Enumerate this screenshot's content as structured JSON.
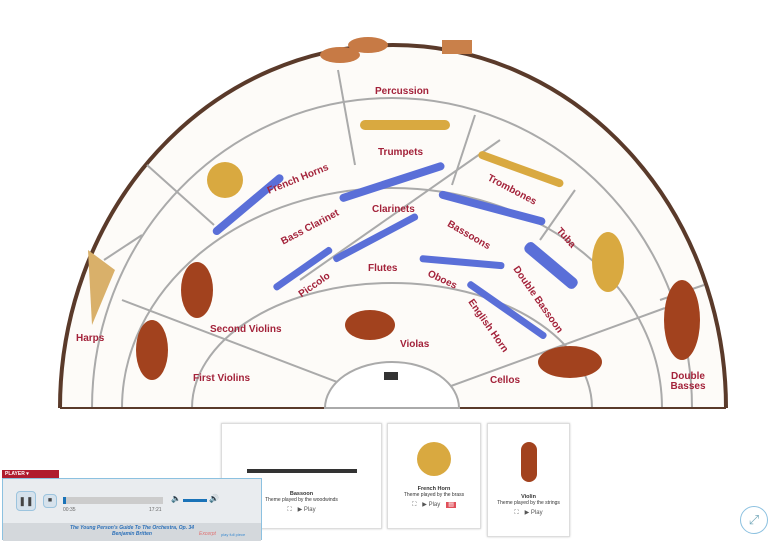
{
  "sections": {
    "percussion": "Percussion",
    "trumpets": "Trumpets",
    "french_horns": "French Horns",
    "trombones": "Trombones",
    "tuba": "Tuba",
    "bass_clarinet": "Bass Clarinet",
    "clarinets": "Clarinets",
    "bassoons": "Bassoons",
    "double_bassoon": "Double Bassoon",
    "piccolo": "Piccolo",
    "flutes": "Flutes",
    "oboes": "Oboes",
    "english_horn": "English Horn",
    "harps": "Harps",
    "second_violins": "Second Violins",
    "first_violins": "First Violins",
    "violas": "Violas",
    "cellos": "Cellos",
    "double_basses": "Double Basses"
  },
  "cards": [
    {
      "name": "Bassoon",
      "desc": "Theme played by the woodwinds",
      "play": "Play"
    },
    {
      "name": "French Horn",
      "desc": "Theme played by the brass",
      "play": "Play"
    },
    {
      "name": "Violin",
      "desc": "Theme played by the strings",
      "play": "Play"
    }
  ],
  "player": {
    "tab": "PLAYER",
    "elapsed": "00:35",
    "total": "17:21",
    "progress": 0.02,
    "volume": 0.8,
    "title": "The Young Person's Guide To The Orchestra, Op. 34",
    "composer": "Benjamin Britten",
    "excerpt": "Excerpt",
    "full": "play full piece"
  },
  "colors": {
    "label": "#a3223a",
    "border": "#5a3a2a",
    "accent": "#1a73b8"
  }
}
